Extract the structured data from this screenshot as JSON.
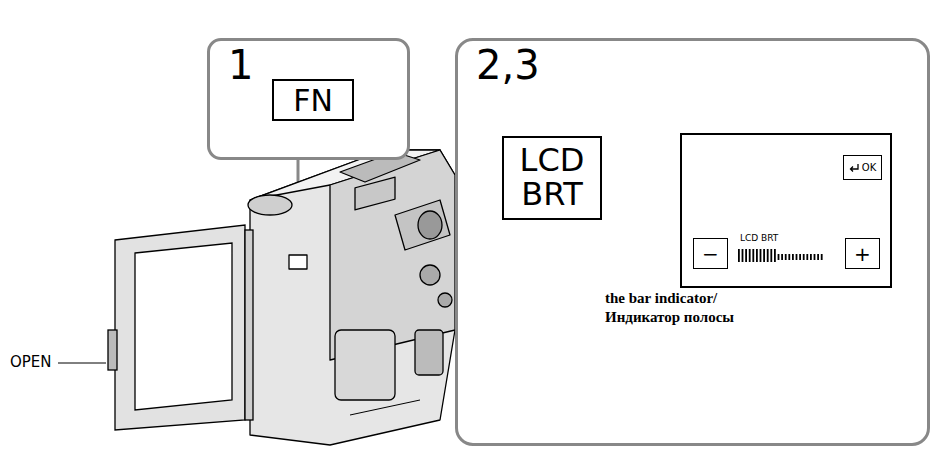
{
  "diagram": {
    "nodes": [
      {
        "text": [
          "1"
        ]
      },
      {
        "text": [
          "FN"
        ],
        "in": 0
      },
      {
        "text": [
          "2,3"
        ]
      },
      {
        "text": [
          "LCD BRT"
        ],
        "in": 2
      },
      {
        "text": [
          "LCD BRT"
        ],
        "in": 2
      },
      {
        "text": [
          "OK"
        ],
        "in": 4
      },
      {
        "text": [
          "−"
        ],
        "in": 4
      },
      {
        "text": [
          "+"
        ],
        "in": 4
      }
    ],
    "labels": [
      "OPEN",
      "the bar indicator/ Индикатор полосы"
    ]
  }
}
